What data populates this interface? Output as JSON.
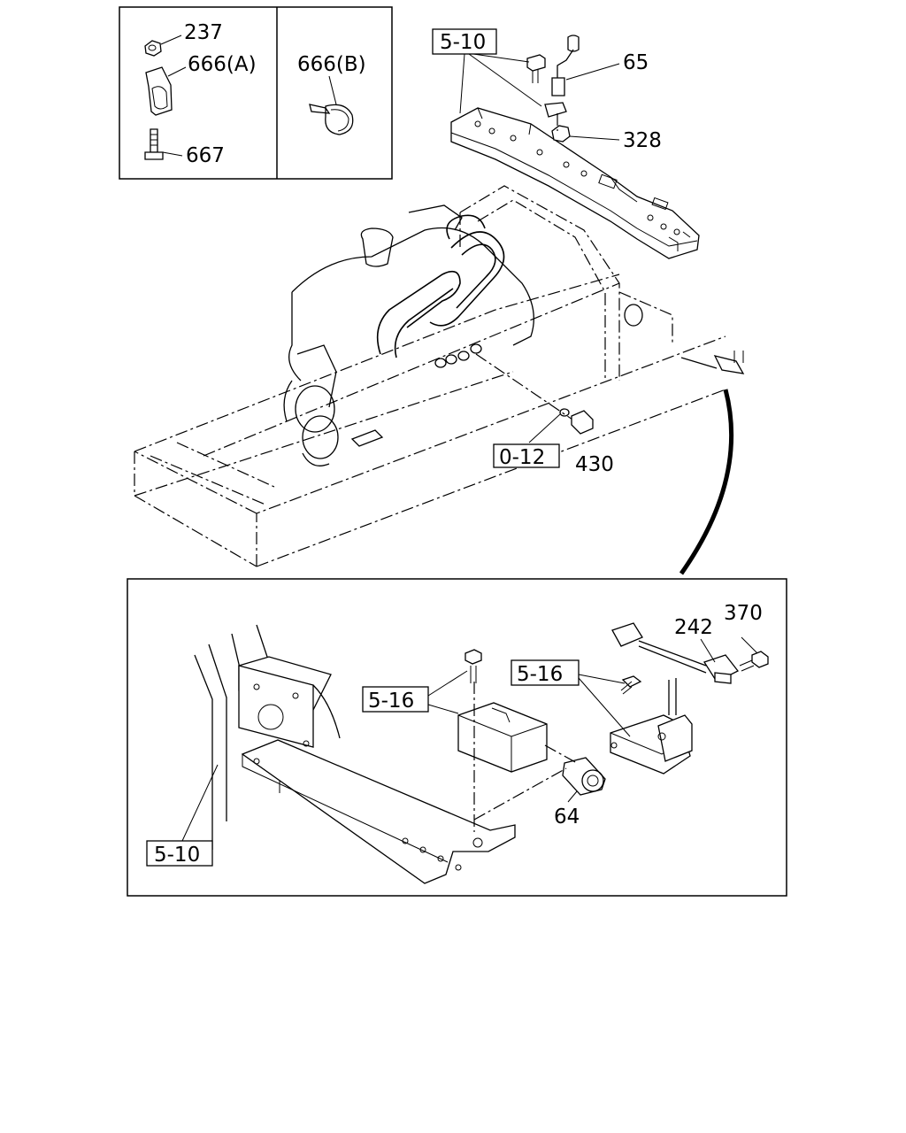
{
  "inset_top_left": {
    "labels": {
      "nut": "237",
      "clip_a": "666(A)",
      "bolt": "667",
      "clip_b": "666(B)"
    }
  },
  "main_view": {
    "labels": {
      "ref_5_10_top": "5-10",
      "sensor_65": "65",
      "nut_328": "328",
      "ref_0_12": "0-12",
      "plug_430": "430"
    }
  },
  "detail_view": {
    "labels": {
      "ref_242": "242",
      "ref_370": "370",
      "ref_5_16_left": "5-16",
      "ref_5_16_right": "5-16",
      "switch_64": "64",
      "ref_5_10_bottom": "5-10"
    }
  }
}
